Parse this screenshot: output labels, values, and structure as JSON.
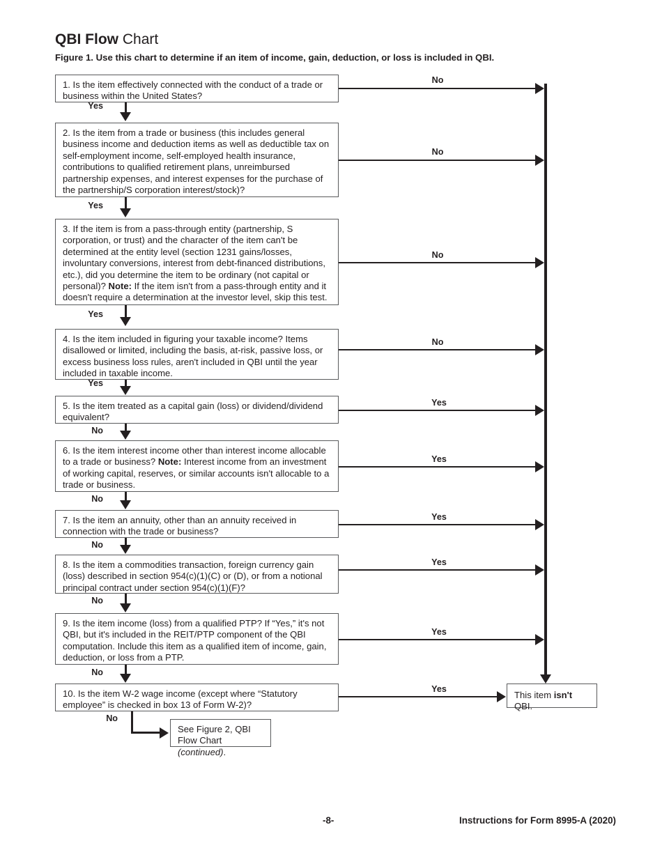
{
  "document": {
    "title_bold": "QBI Flow",
    "title_light": "Chart",
    "subtitle": "Figure 1. Use this chart to determine if an item of income, gain, deduction, or loss is included in QBI."
  },
  "colors": {
    "ink": "#231f20",
    "box_border": "#58595b",
    "background": "#ffffff"
  },
  "flowchart": {
    "steps": [
      {
        "id": 1,
        "text_html": "1. Is the item effectively connected with the conduct of a trade or business within the United States?",
        "down_label": "Yes",
        "right_label": "No"
      },
      {
        "id": 2,
        "text_html": "2. Is the item from a trade or business (this includes general business income and deduction items as well as deductible tax on self-employment income, self-employed health insurance, contributions to qualified retirement plans, unreimbursed partnership expenses, and interest expenses for the purchase of the partnership/S corporation interest/stock)?",
        "down_label": "Yes",
        "right_label": "No"
      },
      {
        "id": 3,
        "text_html": "3. If the item is from a pass-through entity (partnership, S corporation, or trust) and the character of the item can't be determined at the entity level (section 1231 gains/losses, involuntary conversions, interest from debt-financed distributions, etc.), did you determine the item to be ordinary (not capital or personal)? <b>Note:</b> If the item isn't from a pass-through entity and it doesn't require a determination at the investor level, skip this test.",
        "down_label": "Yes",
        "right_label": "No"
      },
      {
        "id": 4,
        "text_html": "4. Is the item included in figuring your taxable income? Items disallowed or limited, including the basis, at-risk, passive loss, or excess business loss rules, aren't included in QBI until the year included in taxable income.",
        "down_label": "Yes",
        "right_label": "No"
      },
      {
        "id": 5,
        "text_html": "5. Is the item treated as a capital gain (loss) or dividend/dividend equivalent?",
        "down_label": "No",
        "right_label": "Yes"
      },
      {
        "id": 6,
        "text_html": "6. Is the item interest income other than interest income allocable to a trade or business? <b>Note:</b> Interest income from an investment of working capital, reserves, or similar accounts isn't allocable to a trade or business.",
        "down_label": "No",
        "right_label": "Yes"
      },
      {
        "id": 7,
        "text_html": "7. Is the item an annuity, other than an annuity received in connection with the trade or business?",
        "down_label": "No",
        "right_label": "Yes"
      },
      {
        "id": 8,
        "text_html": "8. Is the item a commodities transaction, foreign currency gain (loss) described in section 954(c)(1)(C) or (D), or from a notional principal contract under section 954(c)(1)(F)?",
        "down_label": "No",
        "right_label": "Yes"
      },
      {
        "id": 9,
        "text_html": "9. Is the item income (loss) from a qualified PTP? If “Yes,” it's not QBI, but it's included in the REIT/PTP component of the QBI computation. Include this item as a qualified item of income, gain, deduction, or loss from a PTP.",
        "down_label": "No",
        "right_label": "Yes"
      },
      {
        "id": 10,
        "text_html": "10. Is the item W-2 wage income (except where “Statutory employee” is checked in box 13 of Form W-2)?",
        "down_label": "No",
        "right_label": "Yes"
      }
    ],
    "terminal_not_qbi": "This item <b>isn't</b> QBI.",
    "continuation": "See Figure 2, QBI Flow Chart <i>(continued)</i>."
  },
  "footer": {
    "page_number": "-8-",
    "form_reference": "Instructions for Form 8995-A (2020)"
  }
}
